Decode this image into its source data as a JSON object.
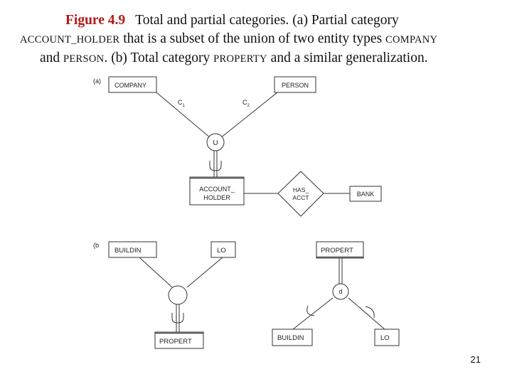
{
  "caption": {
    "figure_label": "Figure 4.9",
    "line1_text": "Total and partial categories. (a) Partial category",
    "line2_entity": "ACCOUNT_HOLDER",
    "line2_text": " that is a subset of the union of two entity types ",
    "line2_entity2": "COMPANY",
    "line3_prefix": "and ",
    "line3_entity": "PERSON",
    "line3_text": ". (b) Total category ",
    "line3_entity2": "PROPERTY",
    "line3_suffix": " and a similar generalization."
  },
  "diagram_a": {
    "label": "(a)",
    "company": "COMPANY",
    "person": "PERSON",
    "c1": "C",
    "c1_sub": "1",
    "c2": "C",
    "c2_sub": "2",
    "union_symbol": "U",
    "account_holder_line1": "ACCOUNT_",
    "account_holder_line2": "HOLDER",
    "has_acct_line1": "HAS_",
    "has_acct_line2": "ACCT",
    "bank": "BANK"
  },
  "diagram_b": {
    "label": "(b",
    "left_building": "BUILDIN",
    "left_lot": "LO",
    "left_property": "PROPERT",
    "right_property": "PROPERT",
    "disjoint_symbol": "d",
    "right_building": "BUILDIN",
    "right_lot": "LO"
  },
  "page_number": "21"
}
